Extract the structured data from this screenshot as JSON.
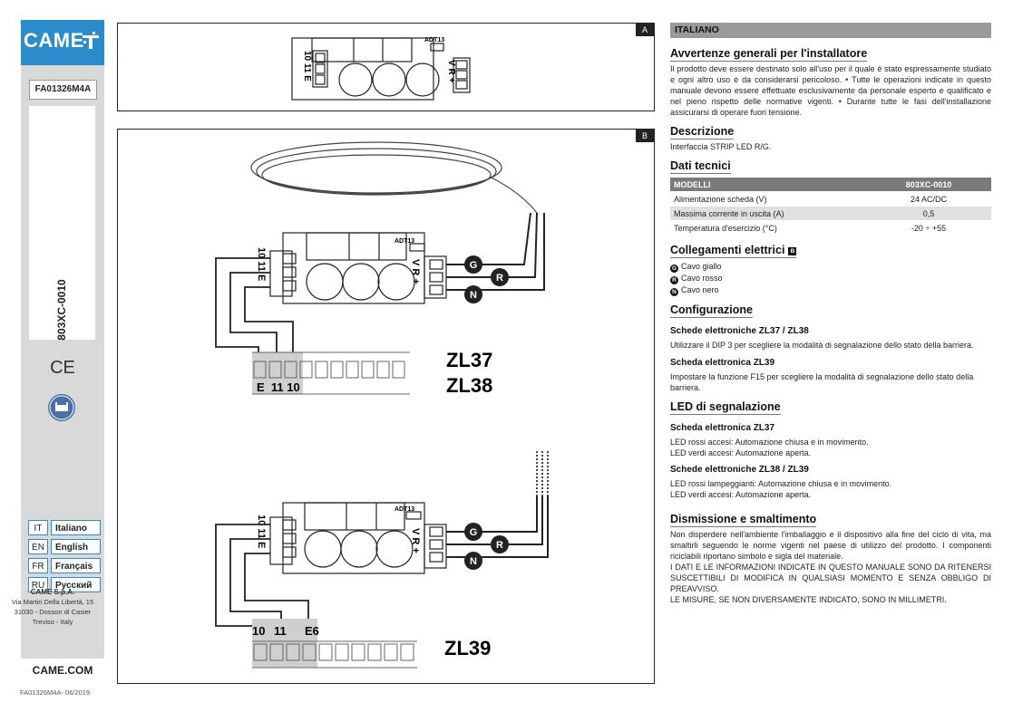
{
  "sidebar": {
    "brand": "CAME",
    "doc_code": "FA01326M4A",
    "product_code": "803XC-0010",
    "ce_mark": "CE",
    "languages": [
      {
        "code": "IT",
        "name": "Italiano"
      },
      {
        "code": "EN",
        "name": "English"
      },
      {
        "code": "FR",
        "name": "Français"
      },
      {
        "code": "RU",
        "name": "Русский"
      }
    ],
    "company_name": "CAME S.p.A.",
    "company_address_1": "Via Martiri Della Libertà, 15",
    "company_address_2": "31030 - Dosson di Casier",
    "company_address_3": "Treviso - Italy",
    "website": "CAME.COM",
    "footer_code": "FA01326M4A- 06/2019"
  },
  "figure_a": {
    "tag": "A",
    "chip_label": "ADT13",
    "left_terminals": "10 11 E",
    "right_terminals": "V R +"
  },
  "figure_b": {
    "tag": "B",
    "chip_label": "ADT13",
    "left_terminals": "10 11 E",
    "right_terminals": "V R +",
    "wire_g": "G",
    "wire_r": "R",
    "wire_n": "N",
    "board1_terminals": "E  11 10",
    "board1_model_1": "ZL37",
    "board1_model_2": "ZL38",
    "board2_terminal_1": "10",
    "board2_terminal_2": "11",
    "board2_terminal_3": "E6",
    "board2_model": "ZL39"
  },
  "content": {
    "language_header": "ITALIANO",
    "warnings_title": "Avvertenze generali per l'installatore",
    "warnings_text": "Il prodotto deve essere destinato solo all'uso per il quale è stato espressamente studiato e ogni altro uso è da considerarsi pericoloso. • Tutte le operazioni indicate in questo manuale devono essere effettuate esclusivamente da personale esperto e qualificato e nel pieno rispetto delle normative vigenti. • Durante tutte le fasi dell'installazione assicurarsi di operare fuori tensione.",
    "description_title": "Descrizione",
    "description_text": "Interfaccia STRIP LED R/G.",
    "tech_title": "Dati tecnici",
    "tech_table": {
      "header": [
        "MODELLI",
        "803XC-0010"
      ],
      "rows": [
        [
          "Alimentazione scheda (V)",
          "24 AC/DC"
        ],
        [
          "Massima corrente in uscita (A)",
          "0,5"
        ],
        [
          "Temperatura d'esercizio (°C)",
          "-20 ÷ +55"
        ]
      ]
    },
    "connections_title": "Collegamenti elettrici",
    "connections_badge": "B",
    "cables": [
      {
        "letter": "G",
        "label": "Cavo giallo"
      },
      {
        "letter": "R",
        "label": "Cavo rosso"
      },
      {
        "letter": "N",
        "label": "Cavo nero"
      }
    ],
    "config_title": "Configurazione",
    "config_1_title": "Schede elettroniche ZL37 / ZL38",
    "config_1_text": "Utilizzare il DIP 3 per scegliere la modalità di segnalazione dello stato della barriera.",
    "config_2_title": "Scheda elettronica ZL39",
    "config_2_text": "Impostare la funzione F15 per scegliere la modalità di segnalazione dello stato della barriera.",
    "led_title": "LED di segnalazione",
    "led_1_title": "Scheda elettronica ZL37",
    "led_1_line_1": "LED rossi accesi: Automazione chiusa e in movimento.",
    "led_1_line_2": "LED verdi accesi: Automazione aperta.",
    "led_2_title": "Schede elettroniche ZL38 / ZL39",
    "led_2_line_1": "LED rossi lampeggianti: Automazione chiusa e in movimento.",
    "led_2_line_2": "LED verdi accesi: Automazione aperta.",
    "disposal_title": "Dismissione e smaltimento",
    "disposal_text": "Non disperdere nell'ambiente l'imballaggio e il dispositivo alla fine del ciclo di vita, ma smaltirli seguendo le norme vigenti nel paese di utilizzo del prodotto. I componenti riciclabili riportano simbolo e sigla del materiale.",
    "disclaimer_text": "I DATI E LE INFORMAZIONI INDICATE IN QUESTO MANUALE SONO DA RITENERSI SUSCETTIBILI DI MODIFICA IN QUALSIASI MOMENTO E SENZA OBBLIGO DI PREAVVISO.",
    "measures_text": "LE MISURE, SE NON DIVERSAMENTE INDICATO, SONO IN MILLIMETRI."
  }
}
